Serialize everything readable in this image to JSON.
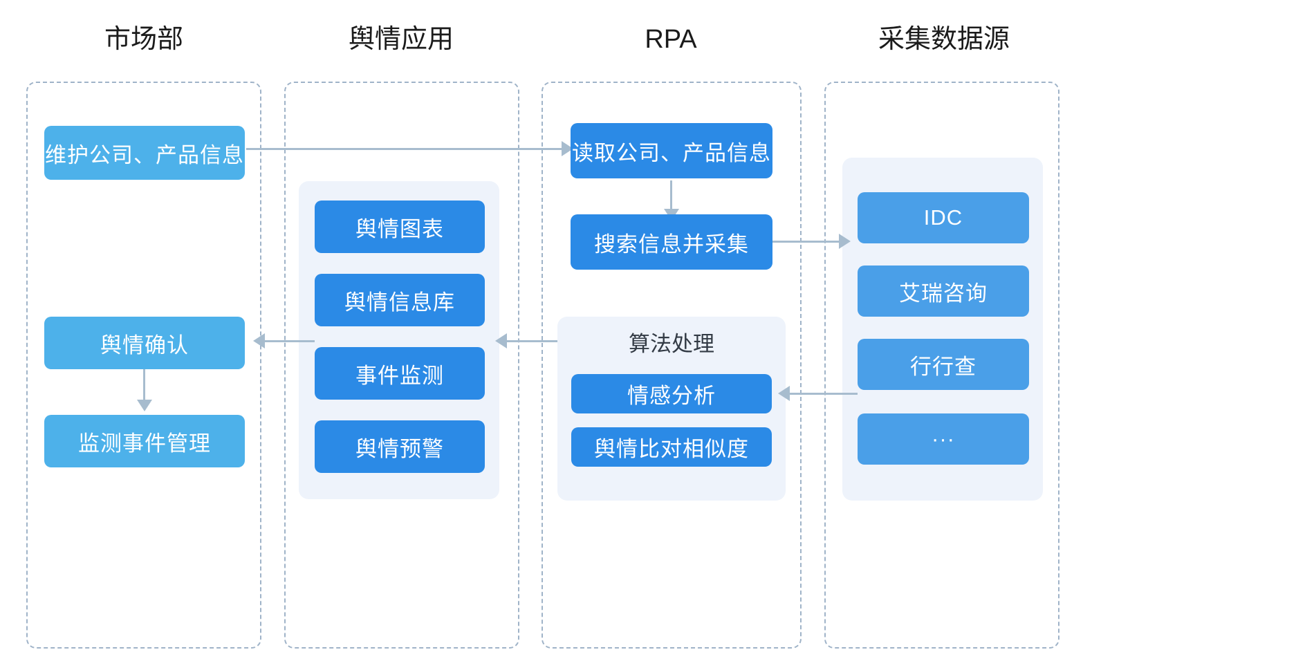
{
  "diagram": {
    "title_color": "#1b1b1b",
    "accent_dark": "#2b8ae6",
    "accent_light": "#4db1ea",
    "panel_bg": "#eef3fb",
    "lane_border": "#9fb3c8",
    "connector_color": "#a7bcce"
  },
  "columns": [
    {
      "header": "市场部",
      "boxes": [
        {
          "label": "维护公司、产品信息"
        },
        {
          "label": "舆情确认"
        },
        {
          "label": "监测事件管理"
        }
      ]
    },
    {
      "header": "舆情应用",
      "boxes": [
        {
          "label": "舆情图表"
        },
        {
          "label": "舆情信息库"
        },
        {
          "label": "事件监测"
        },
        {
          "label": "舆情预警"
        }
      ]
    },
    {
      "header": "RPA",
      "boxes": [
        {
          "label": "读取公司、产品信息"
        },
        {
          "label": "搜索信息并采集"
        }
      ],
      "panel": {
        "title": "算法处理",
        "boxes": [
          {
            "label": "情感分析"
          },
          {
            "label": "舆情比对相似度"
          }
        ]
      }
    },
    {
      "header": "采集数据源",
      "boxes": [
        {
          "label": "IDC"
        },
        {
          "label": "艾瑞咨询"
        },
        {
          "label": "行行查"
        },
        {
          "label": "···"
        }
      ]
    }
  ]
}
